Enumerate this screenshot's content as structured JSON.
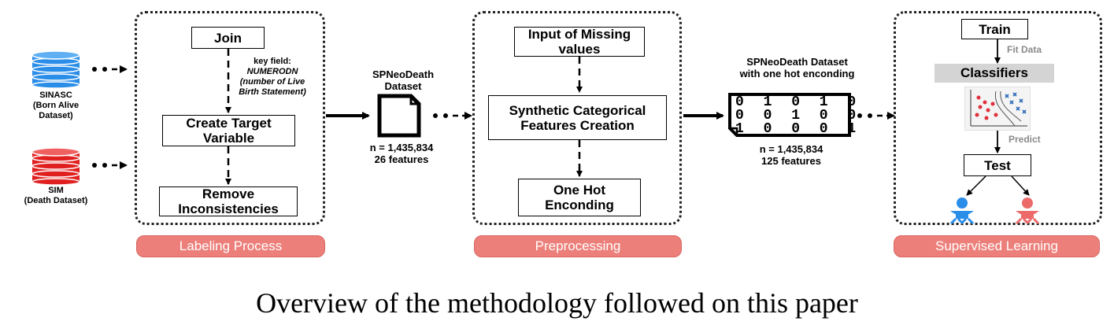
{
  "inputs": {
    "sinasc": {
      "title": "SINASC",
      "subtitle": "(Born Alive Dataset)",
      "color": "#2a8de8"
    },
    "sim": {
      "title": "SIM",
      "subtitle": "(Death Dataset)",
      "color": "#e02020"
    }
  },
  "labeling": {
    "join": "Join",
    "key_field": "key field:",
    "key_name": "NUMERODN",
    "key_desc": "(number of Live Birth Statement)",
    "create_target": "Create Target Variable",
    "remove_inconsistencies": "Remove Inconsistencies",
    "label": "Labeling Process"
  },
  "dataset1": {
    "title": "SPNeoDeath Dataset",
    "n": "n = 1,435,834",
    "features": "26 features"
  },
  "preprocessing": {
    "input_missing": "Input of Missing values",
    "synthetic": "Synthetic Categorical Features Creation",
    "one_hot": "One Hot Enconding",
    "label": "Preprocessing"
  },
  "dataset2": {
    "title": "SPNeoDeath Dataset with one hot enconding",
    "matrix": [
      "0 1 0 1 0",
      "0 0 1 0 0",
      "1 0 0 0 1"
    ],
    "n": "n = 1,435,834",
    "features": "125 features"
  },
  "supervised": {
    "train": "Train",
    "fit_data": "Fit Data",
    "classifiers": "Classifiers",
    "predict": "Predict",
    "test": "Test",
    "label": "Supervised Learning",
    "baby_colors": [
      "#2a8de8",
      "#ec6a6a"
    ]
  },
  "caption": "Overview of the methodology followed on this paper",
  "colors": {
    "pill": "#ec7f7a",
    "classifier_bar": "#d4d4d4"
  }
}
